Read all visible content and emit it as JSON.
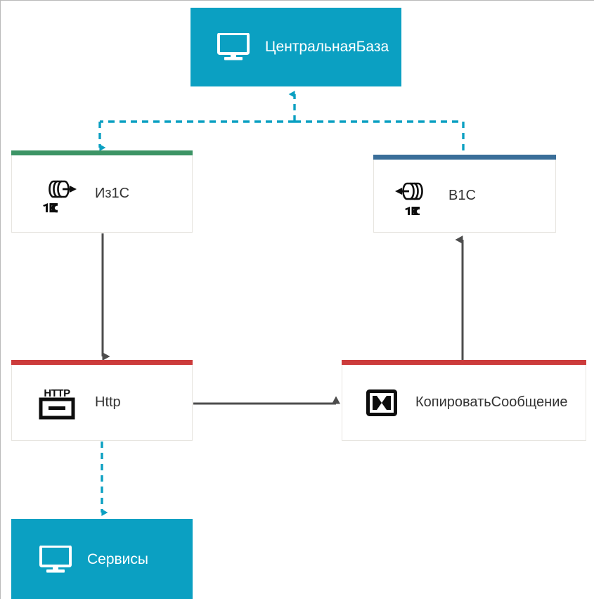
{
  "diagram": {
    "title": "1C exchange routing diagram",
    "background": "#ffffff",
    "colors": {
      "cyan": "#0ba0c2",
      "green": "#3c9465",
      "steel_blue": "#3a6e99",
      "red": "#cc3b3b",
      "solid_edge": "#4d4d4d",
      "node_border": "#e7e5e0",
      "label_text": "#333333",
      "filled_label_text": "#ffffff"
    },
    "nodes": [
      {
        "id": "centralbase",
        "label": "ЦентральнаяБаза",
        "icon": "monitor-icon",
        "style": "filled",
        "fill": "#0ba0c2"
      },
      {
        "id": "from1c",
        "label": "Из1С",
        "icon": "1c-database-export-icon",
        "style": "plain",
        "cap_color": "#3c9465"
      },
      {
        "id": "to1c",
        "label": "В1С",
        "icon": "1c-database-import-icon",
        "style": "plain",
        "cap_color": "#3a6e99"
      },
      {
        "id": "http",
        "label": "Http",
        "icon": "http-icon",
        "style": "plain",
        "cap_color": "#cc3b3b"
      },
      {
        "id": "copymessage",
        "label": "КопироватьСообщение",
        "icon": "copy-message-icon",
        "style": "plain",
        "cap_color": "#cc3b3b"
      },
      {
        "id": "services",
        "label": "Сервисы",
        "icon": "monitor-icon",
        "style": "filled",
        "fill": "#0ba0c2"
      }
    ],
    "edges": [
      {
        "id": "from1c-to-centralbase",
        "from": "from1c",
        "to": "centralbase",
        "line": "dashed",
        "color": "#0ba0c2",
        "arrow": "both"
      },
      {
        "id": "to1c-to-centralbase",
        "from": "to1c",
        "to": "centralbase",
        "line": "dashed",
        "color": "#0ba0c2",
        "arrow": "none"
      },
      {
        "id": "from1c-to-http",
        "from": "from1c",
        "to": "http",
        "line": "solid",
        "color": "#4d4d4d",
        "arrow": "end"
      },
      {
        "id": "http-to-copymessage",
        "from": "http",
        "to": "copymessage",
        "line": "solid",
        "color": "#4d4d4d",
        "arrow": "end"
      },
      {
        "id": "copymessage-to-to1c",
        "from": "copymessage",
        "to": "to1c",
        "line": "solid",
        "color": "#4d4d4d",
        "arrow": "end"
      },
      {
        "id": "http-to-services",
        "from": "http",
        "to": "services",
        "line": "dashed",
        "color": "#0ba0c2",
        "arrow": "end"
      }
    ]
  }
}
